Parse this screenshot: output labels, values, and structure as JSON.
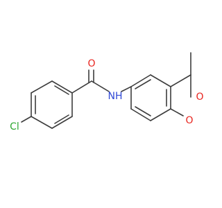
{
  "molecule": {
    "atoms": [
      {
        "id": "O_amide",
        "label": "O",
        "color": "#e8251f"
      },
      {
        "id": "N_amide",
        "label": "NH",
        "color": "#2f48d6"
      },
      {
        "id": "Cl",
        "label": "Cl",
        "color": "#2fa832"
      },
      {
        "id": "O_ring",
        "label": "O",
        "color": "#e8251f"
      },
      {
        "id": "O_keto",
        "label": "O",
        "color": "#e8251f"
      }
    ],
    "bond_color": "#3c3c3c"
  }
}
